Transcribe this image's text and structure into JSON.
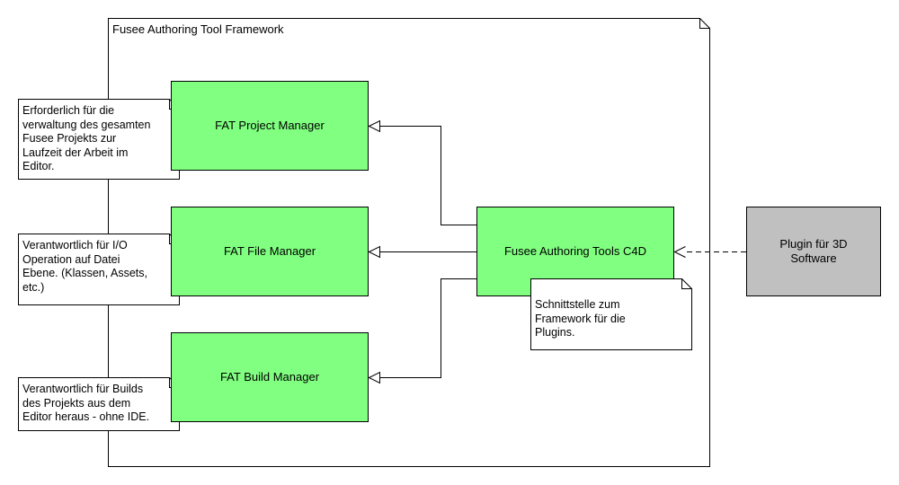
{
  "framework": {
    "title": "Fusee Authoring Tool Framework"
  },
  "components": {
    "project_manager": "FAT Project Manager",
    "file_manager": "FAT File Manager",
    "build_manager": "FAT Build Manager",
    "c4d": "Fusee Authoring Tools C4D",
    "plugin": "Plugin für 3D\nSoftware"
  },
  "notes": {
    "project_manager": "Erforderlich für die\nverwaltung des gesamten\nFusee Projekts zur\nLaufzeit der Arbeit im\nEditor.",
    "file_manager": "Verantwortlich für I/O\nOperation auf Datei\nEbene. (Klassen, Assets,\netc.)",
    "build_manager": "Verantwortlich für Builds\ndes Projekts aus dem\nEditor heraus - ohne IDE.",
    "c4d": "Schnittstelle zum\nFramework für die\nPlugins."
  },
  "colors": {
    "component_fill": "#80ff80",
    "plugin_fill": "#c0c0c0",
    "line": "#000000"
  }
}
